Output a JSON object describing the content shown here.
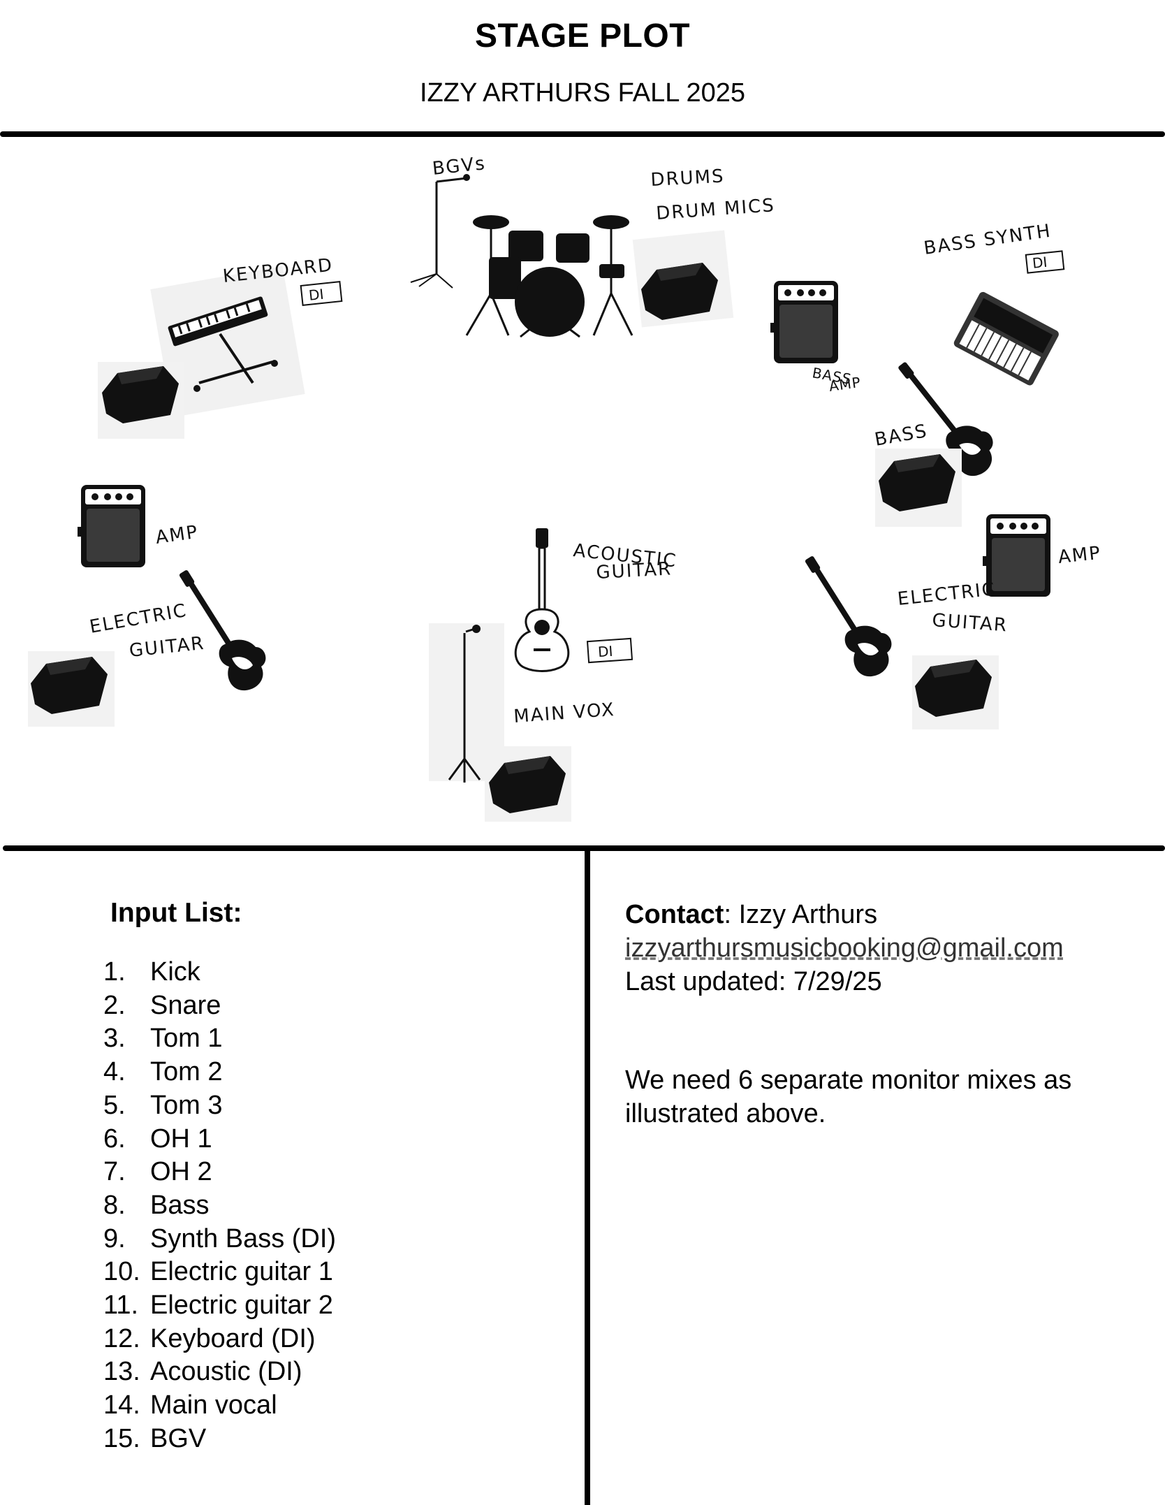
{
  "header": {
    "title": "STAGE PLOT",
    "subtitle": "IZZY ARTHURS FALL 2025"
  },
  "stage_labels": {
    "bgvs": "BGVs",
    "drums": "DRUMS",
    "drum_mics": "DRUM MICS",
    "keyboard": "KEYBOARD",
    "keyboard_di": "DI",
    "bass_synth": "BASS SYNTH",
    "bass_synth_di": "DI",
    "bass_amp_line1": "BASS",
    "bass_amp_line2": "AMP",
    "bass": "BASS",
    "left_amp": "AMP",
    "left_guitar_line1": "ELECTRIC",
    "left_guitar_line2": "GUITAR",
    "acoustic_line1": "ACOUSTIC",
    "acoustic_line2": "GUITAR",
    "acoustic_di": "DI",
    "main_vox": "MAIN VOX",
    "right_amp": "AMP",
    "right_guitar_line1": "ELECTRIC",
    "right_guitar_line2": "GUITAR"
  },
  "input_list": {
    "heading": "Input List:",
    "items": [
      {
        "num": "1.",
        "label": "Kick"
      },
      {
        "num": "2.",
        "label": "Snare"
      },
      {
        "num": "3.",
        "label": "Tom 1"
      },
      {
        "num": "4.",
        "label": "Tom 2"
      },
      {
        "num": "5.",
        "label": "Tom 3"
      },
      {
        "num": "6.",
        "label": "OH 1"
      },
      {
        "num": "7.",
        "label": "OH 2"
      },
      {
        "num": "8.",
        "label": "Bass"
      },
      {
        "num": "9.",
        "label": "Synth Bass (DI)"
      },
      {
        "num": "10.",
        "label": "Electric guitar 1"
      },
      {
        "num": "11.",
        "label": "Electric guitar 2"
      },
      {
        "num": "12.",
        "label": "Keyboard (DI)"
      },
      {
        "num": "13.",
        "label": "Acoustic (DI)"
      },
      {
        "num": "14.",
        "label": "Main vocal"
      },
      {
        "num": "15.",
        "label": "BGV"
      }
    ]
  },
  "contact": {
    "label": "Contact",
    "name": ": Izzy Arthurs",
    "email": "izzyarthursmusicbooking@gmail.com",
    "last_updated": "Last updated: 7/29/25",
    "note": "We need 6 separate monitor mixes as illustrated above."
  }
}
